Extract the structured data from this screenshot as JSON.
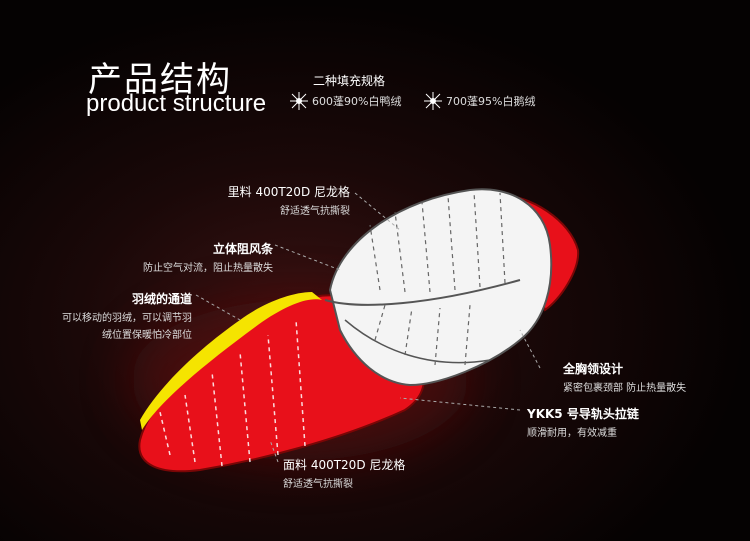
{
  "title": {
    "cn": "产品结构",
    "en": "product structure"
  },
  "spec": {
    "heading": "二种填充规格",
    "items": [
      {
        "label": "600蓬90%白鸭绒",
        "icon": "down-feather-icon"
      },
      {
        "label": "700蓬95%白鹅绒",
        "icon": "down-feather-icon"
      }
    ]
  },
  "labels": {
    "lining": {
      "main": "里料   400T20D 尼龙格",
      "sub": "舒适透气抗撕裂"
    },
    "baffle": {
      "main": "立体阻风条",
      "sub": "防止空气对流，阻止热量散失"
    },
    "channel": {
      "main": "羽绒的通道",
      "sub1": "可以移动的羽绒，可以调节羽",
      "sub2": "绒位置保暖怕冷部位"
    },
    "collar": {
      "main": "全胸领设计",
      "sub": "紧密包裹颈部 防止热量散失"
    },
    "zipper": {
      "main": "YKK5 号导轨头拉链",
      "sub": "顺滑耐用，有效减重"
    },
    "shell": {
      "main": "面料   400T20D 尼龙格",
      "sub": "舒适透气抗撕裂"
    }
  },
  "colors": {
    "shell": "#e8101a",
    "lining": "#f4f4f4",
    "trim": "#f5e400",
    "background": "#140606"
  }
}
